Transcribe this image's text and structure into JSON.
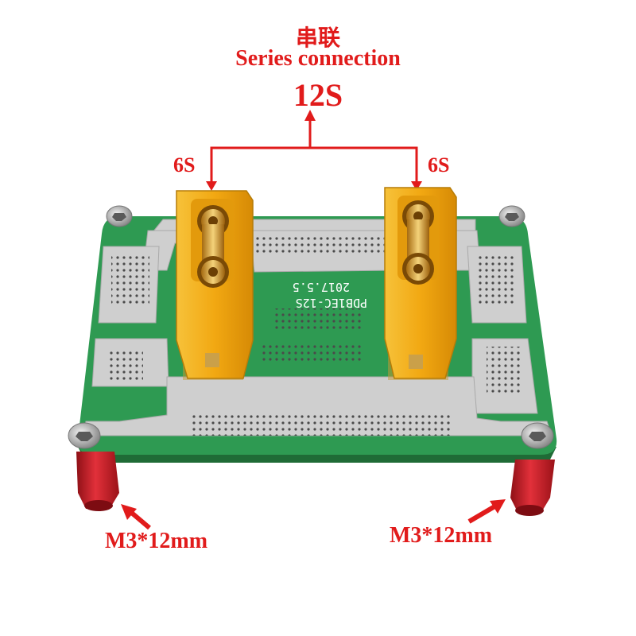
{
  "title_cn": "串联",
  "title_en": "Series connection",
  "total_config": "12S",
  "left_connector_label": "6S",
  "right_connector_label": "6S",
  "silkscreen_line1": "PDB1EC-12S",
  "silkscreen_line2": "2017.5.5",
  "left_standoff_label": "M3*12mm",
  "right_standoff_label": "M3*12mm",
  "colors": {
    "label_red": "#e11b1b",
    "pcb_green": "#2e9a52",
    "nickel_silver": "#cfcfcf",
    "connector_yellow": "#f0b21a",
    "standoff_red": "#d3222a"
  }
}
